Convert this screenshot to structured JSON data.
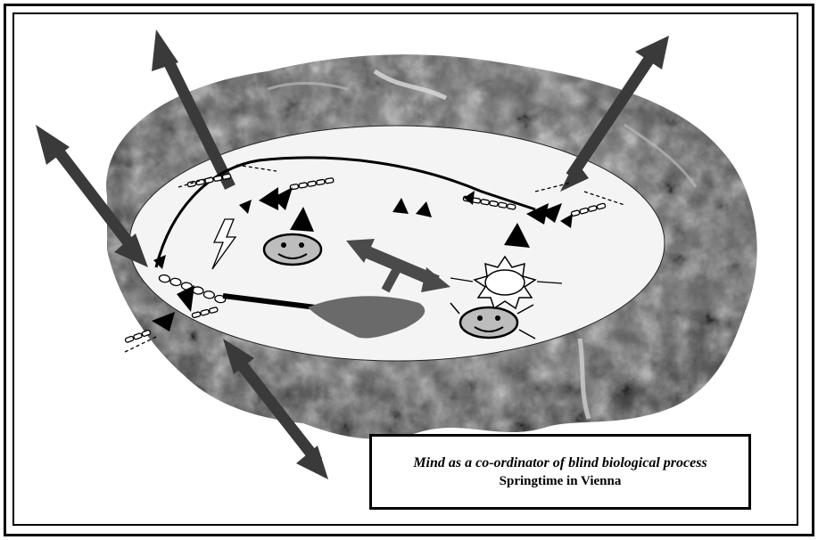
{
  "caption": {
    "line1": "Mind as a co-ordinator of blind biological process",
    "line2": "Springtime in Vienna"
  },
  "colors": {
    "brain_dark": "#3c3c3c",
    "brain_mid": "#6e6e6e",
    "brain_light": "#a8a8a8",
    "oval_fill": "#f2f2f2",
    "arrow_gray": "#3a3a3a",
    "blob_gray": "#6a6a6a",
    "face_fill": "#bdbdbd",
    "black": "#000000"
  },
  "icons": [
    "brain-image",
    "mind-oval",
    "smiley-face-icon",
    "sun-icon",
    "lightning-icon",
    "neuron-chain-icon"
  ]
}
